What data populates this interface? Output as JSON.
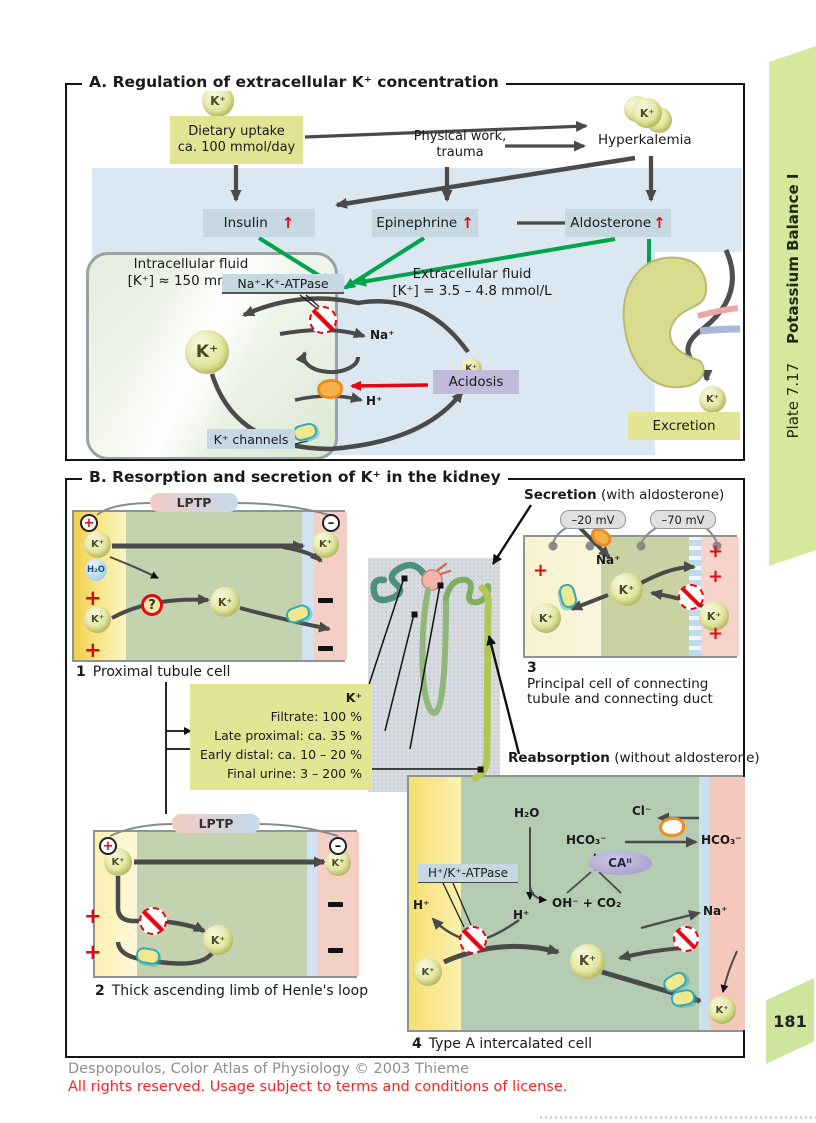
{
  "sidebar": {
    "plate": "Plate 7.17",
    "title": "Potassium Balance I",
    "page_number": "181"
  },
  "footer": {
    "credit": "Despopoulos, Color Atlas of Physiology © 2003 Thieme",
    "license": "All rights reserved. Usage subject to terms and conditions of license."
  },
  "ions": {
    "k": "K⁺",
    "na": "Na⁺",
    "h": "H⁺",
    "h2o": "H₂O",
    "cl": "Cl⁻",
    "hco3": "HCO₃⁻",
    "oh_co2": "OH⁻ + CO₂",
    "plus": "+",
    "question": "?"
  },
  "panel_a": {
    "title": "A.  Regulation of extracellular K⁺ concentration",
    "dietary_line1": "Dietary uptake",
    "dietary_line2": "ca. 100 mmol/day",
    "physical_line1": "Physical work,",
    "physical_line2": "trauma",
    "hyperkalemia": "Hyperkalemia",
    "hormones": {
      "insulin": "Insulin",
      "epinephrine": "Epinephrine",
      "aldosterone": "Aldosterone",
      "up_arrow": "↑"
    },
    "intracellular_line1": "Intracellular fluid",
    "intracellular_line2": "[K⁺] ≈ 150 mmol/L",
    "extracellular_line1": "Extracellular fluid",
    "extracellular_line2": "[K⁺] = 3.5 – 4.8 mmol/L",
    "na_k_atpase": "Na⁺-K⁺-ATPase",
    "acidosis": "Acidosis",
    "k_channels": "K⁺ channels",
    "excretion": "Excretion"
  },
  "panel_b": {
    "title": "B.  Resorption and secretion of K⁺ in the kidney",
    "lptp": "LPTP",
    "cell1": {
      "number": "1",
      "caption": "Proximal tubule cell"
    },
    "cell2": {
      "number": "2",
      "caption": "Thick ascending limb of Henle's loop"
    },
    "cell3": {
      "number": "3",
      "caption_line1": "Principal cell of connecting",
      "caption_line2": "tubule and connecting duct",
      "mv_luminal": "–20 mV",
      "mv_basolateral": "–70 mV"
    },
    "cell4": {
      "number": "4",
      "caption": "Type A intercalated cell",
      "h_k_atpase": "H⁺/K⁺-ATPase",
      "ca_label": "CAᴵᴵ"
    },
    "k_table": {
      "header": "K⁺",
      "rows": [
        "Filtrate: 100 %",
        "Late proximal: ca. 35 %",
        "Early distal: ca. 10 – 20 %",
        "Final urine: 3 – 200 %"
      ]
    },
    "secretion_label": "Secretion",
    "secretion_note": "(with aldosterone)",
    "reabsorption_label": "Reabsorption",
    "reabsorption_note": "(without aldosterone)"
  },
  "colors": {
    "green_arrow": "#00a44a",
    "dark_arrow": "#4a4a4a",
    "red": "#e30613",
    "panel_blue": "#dbe7f1",
    "box_yellow": "#e0e493",
    "box_bluegray": "#c6d9e2",
    "box_lavender": "#c1badb",
    "sidebar_green": "#d6e79e"
  }
}
